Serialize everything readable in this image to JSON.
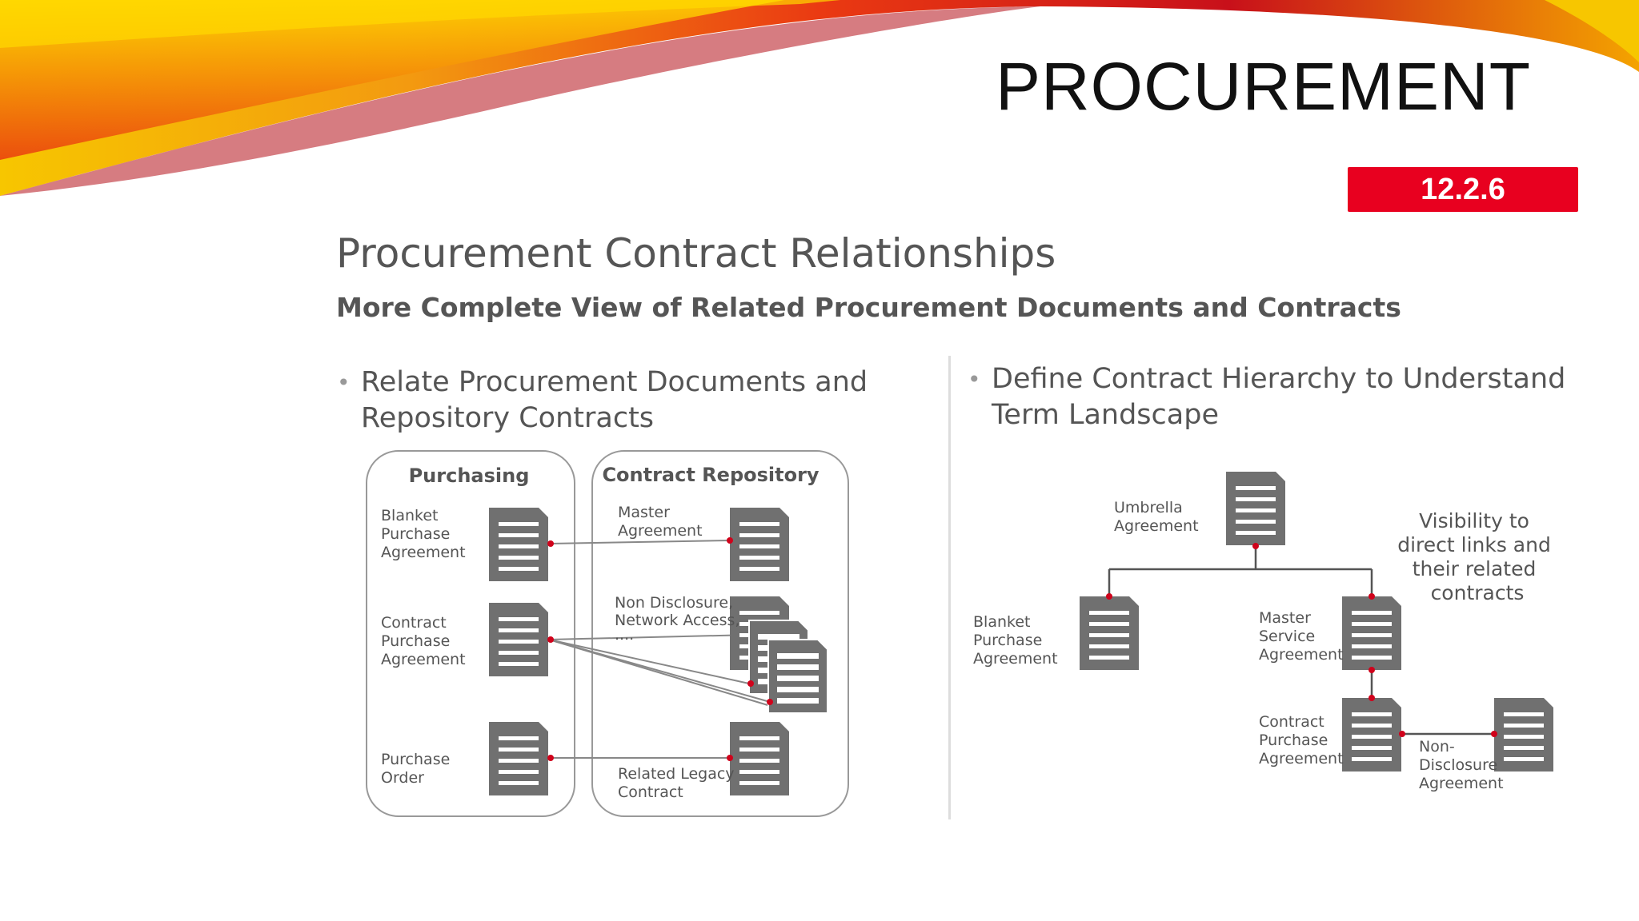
{
  "slide": {
    "title": "PROCUREMENT",
    "badge": "12.2.6"
  },
  "content": {
    "heading": "Procurement Contract Relationships",
    "subheading": "More Complete View of Related Procurement Documents and Contracts",
    "left_bullet": {
      "line1": "Relate Procurement Documents and",
      "line2": "Repository Contracts"
    },
    "right_bullet": {
      "line1": "Define Contract Hierarchy to Understand",
      "line2": "Term Landscape"
    }
  },
  "left_diagram": {
    "purchasing_title": "Purchasing",
    "repository_title": "Contract Repository",
    "bpa": [
      "Blanket",
      "Purchase",
      "Agreement"
    ],
    "cpa": [
      "Contract",
      "Purchase",
      "Agreement"
    ],
    "po": [
      "Purchase",
      "Order"
    ],
    "master": [
      "Master",
      "Agreement"
    ],
    "nda": [
      "Non Disclosure,",
      "Network Access,",
      "...."
    ],
    "legacy": [
      "Related Legacy",
      "Contract"
    ]
  },
  "right_diagram": {
    "umbrella": [
      "Umbrella",
      "Agreement"
    ],
    "bpa": [
      "Blanket",
      "Purchase",
      "Agreement"
    ],
    "msa": [
      "Master",
      "Service",
      "Agreement"
    ],
    "cpa": [
      "Contract",
      "Purchase",
      "Agreement"
    ],
    "nda": [
      "Non-",
      "Disclosure",
      "Agreement"
    ],
    "note": [
      "Visibility to",
      "direct links and",
      "their related",
      "contracts"
    ]
  },
  "colors": {
    "accent": "#e8001f",
    "doc_gray": "#707070",
    "text_gray": "#555555",
    "connector_red": "#d0021b"
  }
}
